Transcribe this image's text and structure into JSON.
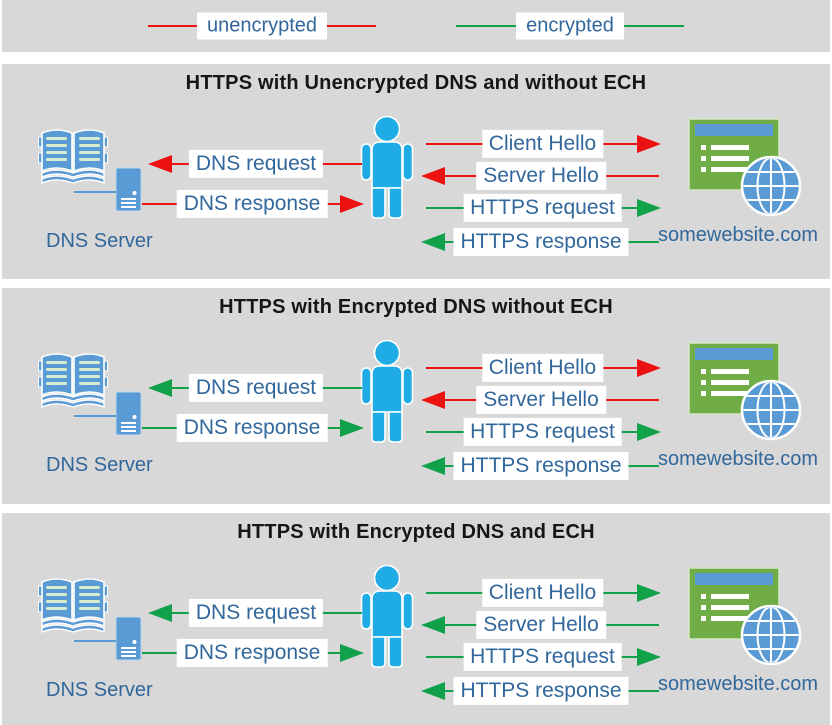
{
  "legend": {
    "items": [
      {
        "label": "unencrypted",
        "encryption": "unencrypted"
      },
      {
        "label": "encrypted",
        "encryption": "encrypted"
      }
    ]
  },
  "colors": {
    "unencrypted": "#ee1111",
    "encrypted": "#12a14b",
    "panel_background": "#d8d8d8",
    "label_text": "#31679b",
    "title_text": "#161616",
    "person_blue": "#1fabe4",
    "device_blue": "#5b9bd5",
    "website_green": "#70ad47",
    "book_line_green": "#d8ecd0"
  },
  "panels": [
    {
      "title": "HTTPS with Unencrypted DNS and without ECH",
      "dns_server_label": "DNS Server",
      "website_label": "somewebsite.com",
      "arrows": [
        {
          "label": "DNS request",
          "encryption": "unencrypted",
          "direction": "left"
        },
        {
          "label": "DNS response",
          "encryption": "unencrypted",
          "direction": "right"
        },
        {
          "label": "Client Hello",
          "encryption": "unencrypted",
          "direction": "right"
        },
        {
          "label": "Server Hello",
          "encryption": "unencrypted",
          "direction": "left"
        },
        {
          "label": "HTTPS request",
          "encryption": "encrypted",
          "direction": "right"
        },
        {
          "label": "HTTPS response",
          "encryption": "encrypted",
          "direction": "left"
        }
      ]
    },
    {
      "title": "HTTPS with Encrypted DNS without ECH",
      "dns_server_label": "DNS Server",
      "website_label": "somewebsite.com",
      "arrows": [
        {
          "label": "DNS request",
          "encryption": "encrypted",
          "direction": "left"
        },
        {
          "label": "DNS response",
          "encryption": "encrypted",
          "direction": "right"
        },
        {
          "label": "Client Hello",
          "encryption": "unencrypted",
          "direction": "right"
        },
        {
          "label": "Server Hello",
          "encryption": "unencrypted",
          "direction": "left"
        },
        {
          "label": "HTTPS request",
          "encryption": "encrypted",
          "direction": "right"
        },
        {
          "label": "HTTPS response",
          "encryption": "encrypted",
          "direction": "left"
        }
      ]
    },
    {
      "title": "HTTPS with Encrypted DNS and ECH",
      "dns_server_label": "DNS Server",
      "website_label": "somewebsite.com",
      "arrows": [
        {
          "label": "DNS request",
          "encryption": "encrypted",
          "direction": "left"
        },
        {
          "label": "DNS response",
          "encryption": "encrypted",
          "direction": "right"
        },
        {
          "label": "Client Hello",
          "encryption": "encrypted",
          "direction": "right"
        },
        {
          "label": "Server Hello",
          "encryption": "encrypted",
          "direction": "left"
        },
        {
          "label": "HTTPS request",
          "encryption": "encrypted",
          "direction": "right"
        },
        {
          "label": "HTTPS response",
          "encryption": "encrypted",
          "direction": "left"
        }
      ]
    }
  ]
}
